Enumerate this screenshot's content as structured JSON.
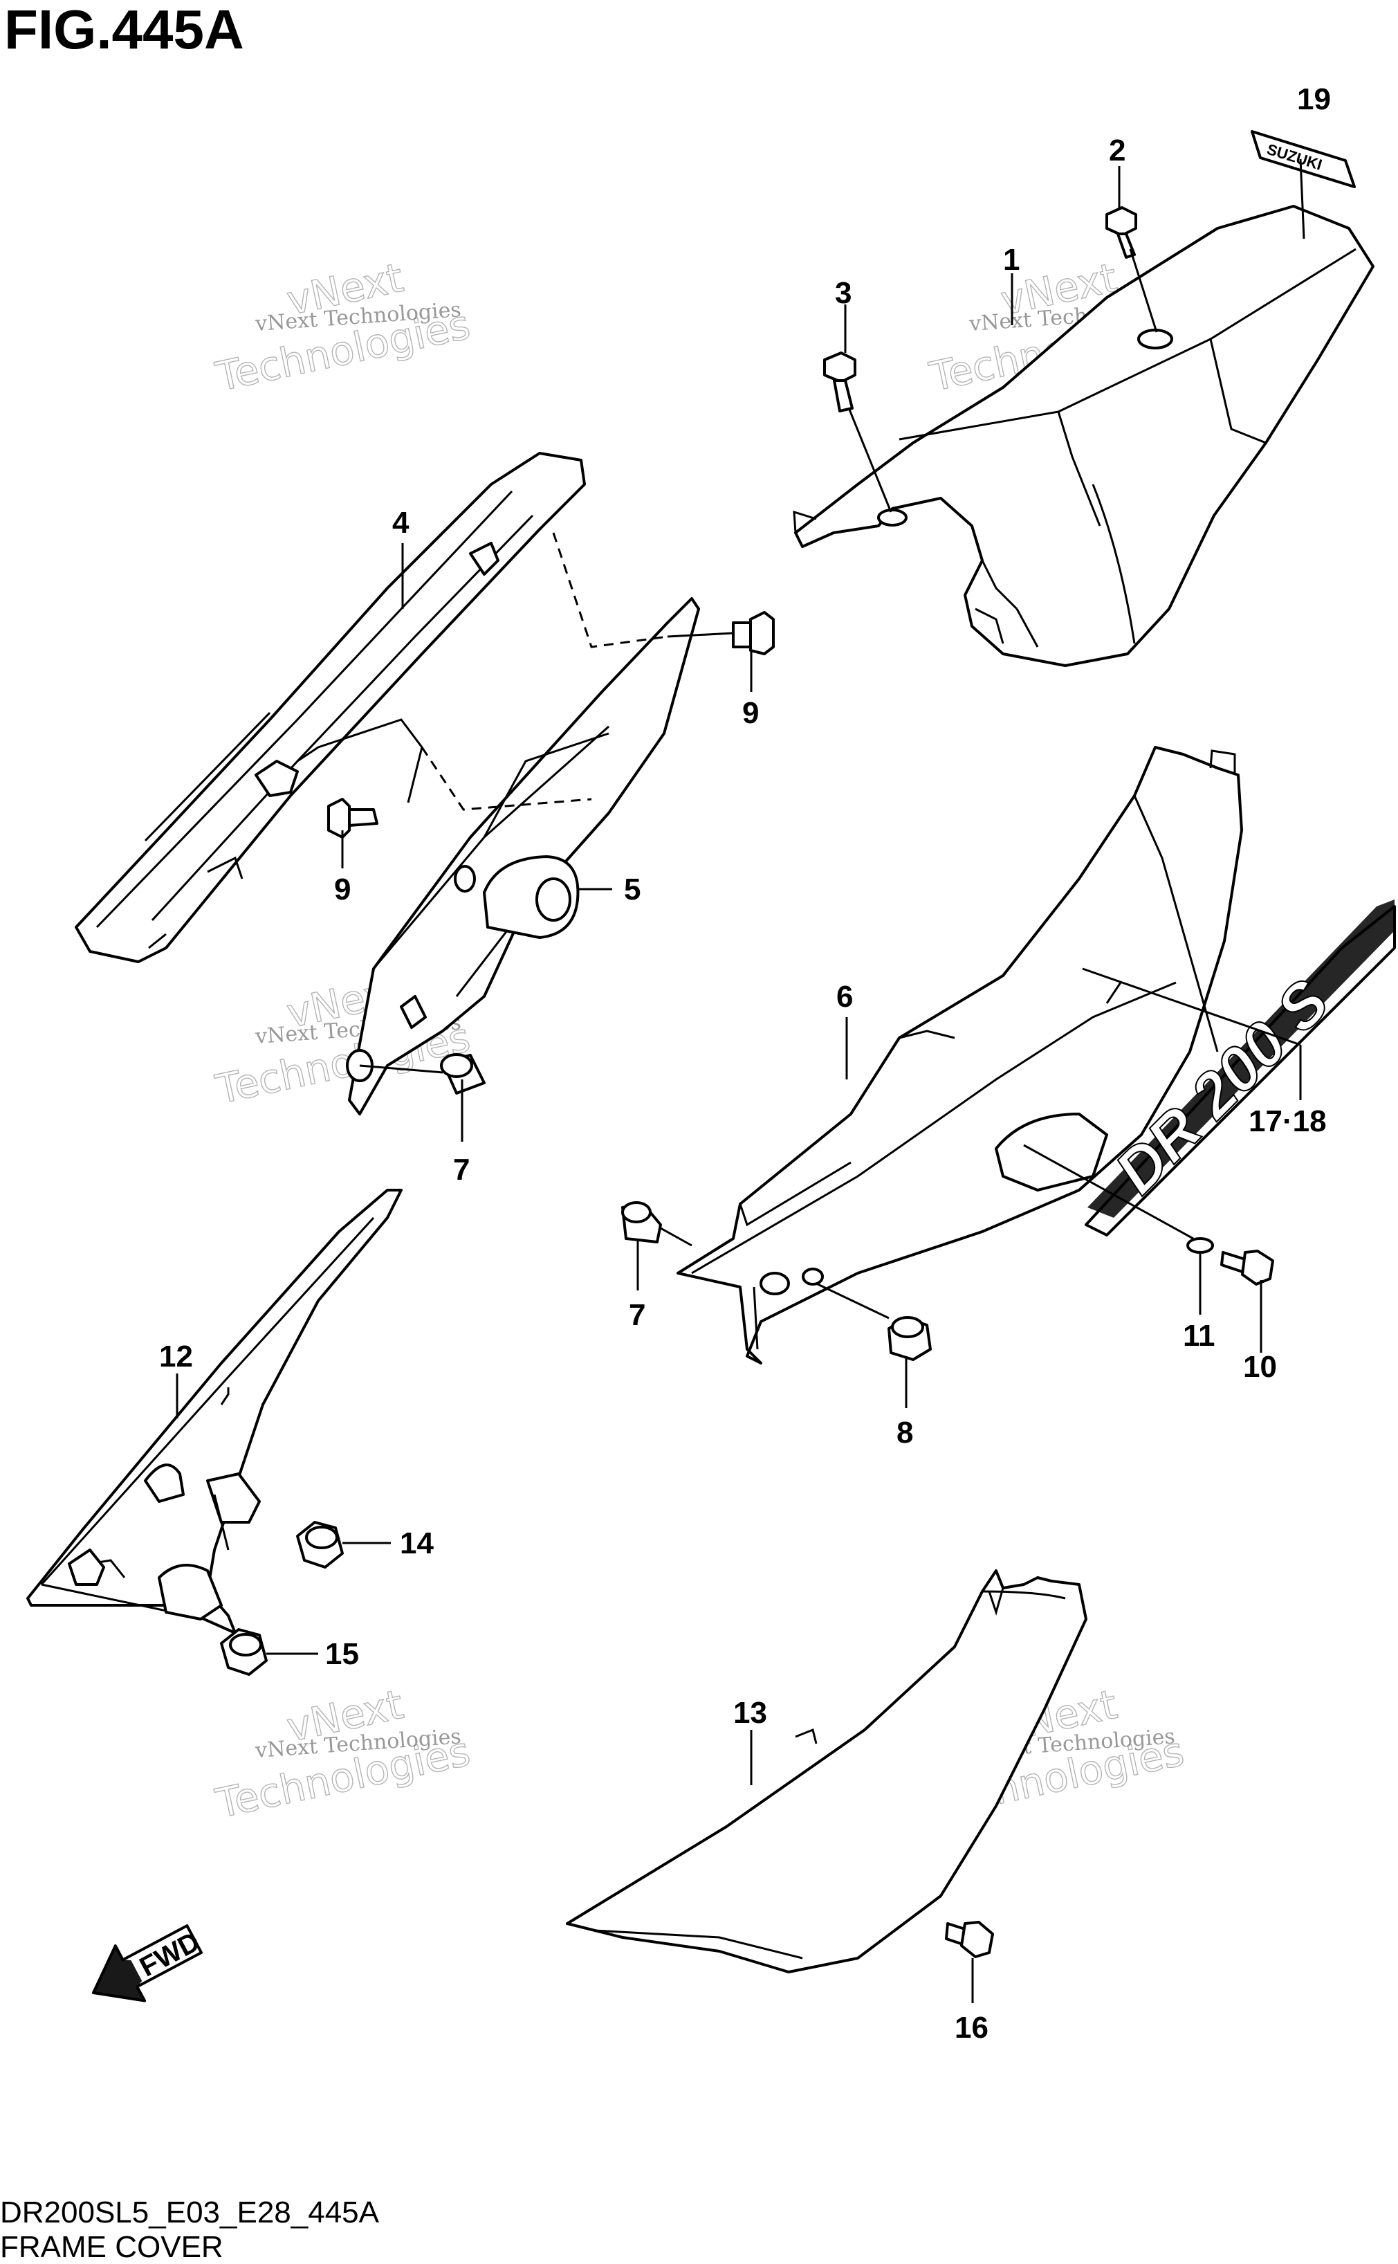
{
  "figure": {
    "title": "FIG.445A",
    "code": "DR200SL5_E03_E28_445A",
    "caption": "FRAME COVER"
  },
  "watermark": {
    "line1": "vNext Technologies",
    "line2": "vNext",
    "line3": "Technologies"
  },
  "callouts": {
    "c1": "1",
    "c2": "2",
    "c3": "3",
    "c4": "4",
    "c5": "5",
    "c6": "6",
    "c7a": "7",
    "c7b": "7",
    "c8": "8",
    "c9a": "9",
    "c9b": "9",
    "c10": "10",
    "c11": "11",
    "c12": "12",
    "c13": "13",
    "c14": "14",
    "c15": "15",
    "c16": "16",
    "c1718": "17·18",
    "c19": "19"
  },
  "emblem": {
    "decal_text": "DR 200 S",
    "badge_text": "SUZUKI"
  },
  "fwd_arrow": "FWD"
}
